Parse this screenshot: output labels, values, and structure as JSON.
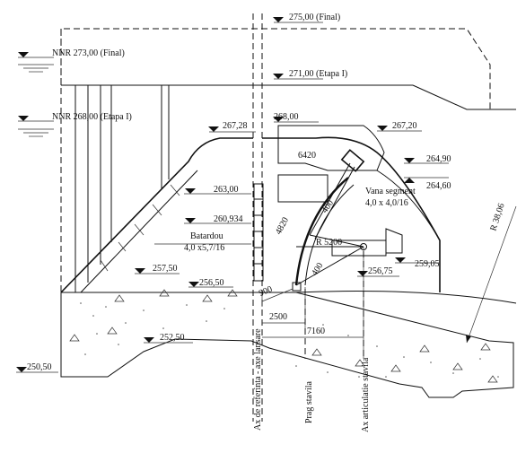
{
  "levels": {
    "final_crest": "275,00 (Final)",
    "nnr_final": "NNR 273,00 (Final)",
    "etapa1_crest": "271,00 (Etapa I)",
    "nnr_etapa1": "NNR 268,00 (Etapa I)",
    "l267_28": "267,28",
    "l268_00": "268,00",
    "l267_20": "267,20",
    "l264_90": "264,90",
    "l264_60": "264,60",
    "l263_00": "263,00",
    "l260_934": "260,934",
    "l259_05": "259,05",
    "l257_50": "257,50",
    "l256_75": "256,75",
    "l256_50": "256,50",
    "l252_50": "252,50",
    "l250_50": "250,50"
  },
  "labels": {
    "dim_6420": "6420",
    "gate_title": "Vana segment",
    "gate_size": "4,0 x 4,0/16",
    "radius_gate": "R 5200",
    "radius_big": "R 38,06",
    "dim_4820": "4820",
    "dim_400_top": "400",
    "dim_400_bot": "400",
    "batardou_title": "Batardou",
    "batardou_size": "4,0 x5,7/16",
    "dim_900": "900",
    "dim_2500": "2500",
    "dim_7160": "7160",
    "axis_reference": "Ax de referinta - axe lansare",
    "axis_sill": "Prag stavila",
    "axis_hinge": "Ax articulatie stavila"
  }
}
